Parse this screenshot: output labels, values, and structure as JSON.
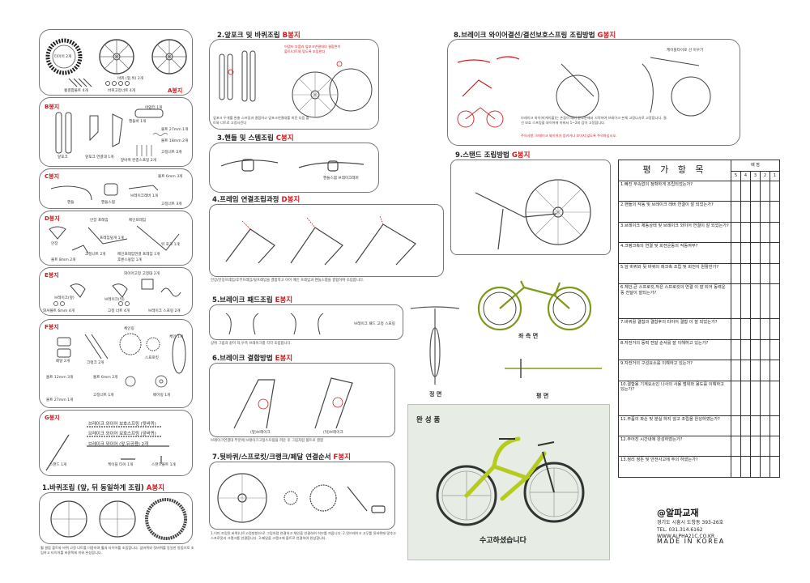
{
  "bags": {
    "a": "A봉지",
    "b": "B봉지",
    "c": "C봉지",
    "d": "D봉지",
    "e": "E봉지",
    "f": "F봉지",
    "g": "G봉지"
  },
  "panel_a": {
    "tire_label": "타이어 2개",
    "wheel_label": "휠 1개",
    "front_rear_label": "바퀴 (앞,뒤) 2개",
    "spoke_washer": "휠결합볼트 4개",
    "hub_nut": "바퀴고정너트 4개"
  },
  "panel_b": {
    "items": [
      "어댑터 1개",
      "앞포크",
      "앞포크 연결대 1개",
      "핸들바 1개",
      "볼트 27mm 1개",
      "볼트 18mm 2개",
      "앞바퀴 완충스프링 2개",
      "고정너트 2개"
    ]
  },
  "panel_c": {
    "items": [
      "볼트 6mm 3개",
      "핸들",
      "핸들스템",
      "브레이크레버 1개",
      "고정너트 3개"
    ]
  },
  "panel_d": {
    "items": [
      "안장",
      "안장 프레임",
      "메인프레임",
      "프레임덮개 1개",
      "볼트 8mm 2개",
      "고정너트 2개",
      "뒤 포크 1개",
      "메인프레임연결 프레임 1개",
      "후륜스윙암 1개"
    ]
  },
  "panel_e": {
    "items": [
      "브레이크(앞)",
      "브레이크(뒤)",
      "와이어고정 고정대 2개",
      "와셔볼트 6mm 4개",
      "고정 너트 4개",
      "브레이크 스프링 2개"
    ]
  },
  "panel_f": {
    "items": [
      "페달 2개",
      "크랭크 2개",
      "체인링",
      "스프로킷",
      "체인 1개",
      "볼트 12mm 3개",
      "볼트 6mm 2개",
      "볼트 27mm 1개",
      "고정너트 1개",
      "베어링 1개"
    ]
  },
  "panel_g": {
    "items": [
      "브레이크 와이어 보호스프링 (뒷바퀴)",
      "브레이크 와이어 보호스프링 (앞바퀴)",
      "브레이크 와이어 (앞,뒤공용) 2개",
      "케이블 타이 1개",
      "스탠드볼트 1개",
      "스탠드 1개"
    ]
  },
  "step1": {
    "title": "1.바퀴조립 (앞, 뒤 동일하게 조립)",
    "bag": "A봉지",
    "note": "휠 결합 볼트와 바퀴 고정 너트를 이용하여 휠과 타이어를 조립합니다. 앞바퀴와 뒷바퀴를 동일한 방법으로 조립하고 타이어를 바깥쪽에 끼워 완성합니다."
  },
  "step2": {
    "title": "2.앞포크 및 바퀴조립",
    "bag": "B봉지",
    "red_note": "어댑터 부품과 앞포크연결대의 결합면이 볼트/너트와 맞도록 조립한다",
    "note": "앞포크 두개를 완충 스프링과 결합하고 앞포크연결대를 끼운 다음 볼트와 너트로 고정시킨다"
  },
  "step3": {
    "title": "3.핸들 및 스템조립",
    "bag": "C봉지",
    "label": "핸들스템 브레이크레버"
  },
  "step4": {
    "title": "4.프레임 연결조립과정",
    "bag": "D봉지",
    "note": "안장/안장프레임/후부프레임/뒷프레임을 결합하고 이어 메인 프레임과 핸들스템을 결합하여 조립합니다."
  },
  "step5": {
    "title": "5.브레이크 패드조립",
    "bag": "E봉지",
    "note": "상위 그림과 같이 좌,우측 브레이크를 각각 조립합니다.",
    "label": "브레이크 패드 고정 스프링"
  },
  "step6": {
    "title": "6.브레이크 결합방법",
    "bag": "E봉지",
    "label_front": "(앞)브레이크",
    "label_rear": "(뒤)브레이크",
    "note": "브레이크연결대 부분에 브레이크고정스프링을 끼운 후 그림처럼 볼트로 결합"
  },
  "step7": {
    "title": "7.뒷바퀴/스프로킷/크랭크/페달 연결순서",
    "bag": "F봉지",
    "note": "1.이미 조립된 바퀴(너트고정방향)으로 그림처럼 연결하고 체인을 연결하여 허브를 끼웁니다. 2.뒷브레이크 고무를 뒷바퀴에 맞추고 스프로킷과 크랭크를 연결합니다. 3.페달을 크랭크에 볼트로 연결하여 완성합니다."
  },
  "step8": {
    "title": "8.브레이크 와이어결선/결선보호스프링 조립방법",
    "bag": "G봉지",
    "note": "브레이크 와이어(케이블)는 손잡이 레버 끝부분에서 시작하여 브레이크 본체 고정나사로 고정합니다. 결선 보호 스프링을 와이어에 끼워서 1~2회 감아 고정합니다.",
    "red_note": "주의사항: 브레이크 와이어가 엉키거나 꼬이지 않도록 주의하십시오.",
    "label": "케이블타이로 선 이우기"
  },
  "step9": {
    "title": "9.스탠드 조립방법",
    "bag": "G봉지"
  },
  "views": {
    "left": "좌 측 면",
    "front": "정 면",
    "top": "평 면"
  },
  "finished": {
    "title": "완 성 품",
    "congrats": "수고하셨습니다"
  },
  "evaluation": {
    "header": "평 가 항 목",
    "score_label": "배    점",
    "scores": [
      "5",
      "4",
      "3",
      "2",
      "1"
    ],
    "items": [
      "1.빠진 부속없이 정확하게 조립되었는가?",
      "2.핸들의 작동 및 브레이크 레버 연결이 잘 되었는가?",
      "3.브레이크 제동상태 및 브레이크 와이어 연결이 잘 되었는가?",
      "4.크랭크축의 연결 및 회전운동의 작동여부?",
      "5.앞 바퀴와 뒷 바퀴의 레크축 조립 및 회전이 원활한가?",
      "6.체인,큰 스프로킷,작은 스프로킷의 연결 이 잘 되어 동력운동 전달이 잘되는가?",
      "7.바퀴휠 결합과 결합후의 타이어 결합 이 잘 되었는가?",
      "8.자전거의 동력 전달 순서를 잘 이해하고 있는가?",
      "9.자전거의 구성요소를 이해하고 있는가?",
      "10.결합용 기계요소인 나사의 사용 범위와 용도를 이해하고 있는가?",
      "11.부품의 파손 및 분실 하지 않고 조립을 완성하였는가?",
      "12.주어진 시간내에 완성하였는가?",
      "13.정리 정돈 및 안전사고에 주의 하였는가?"
    ]
  },
  "company": {
    "brand": "@알파교재",
    "address": "경기도 시흥시 도창동 393-26호",
    "tel": "TEL. 031.314.6162",
    "web": "WWW.ALPHA21C.CO.KR",
    "made": "MADE IN KOREA"
  }
}
